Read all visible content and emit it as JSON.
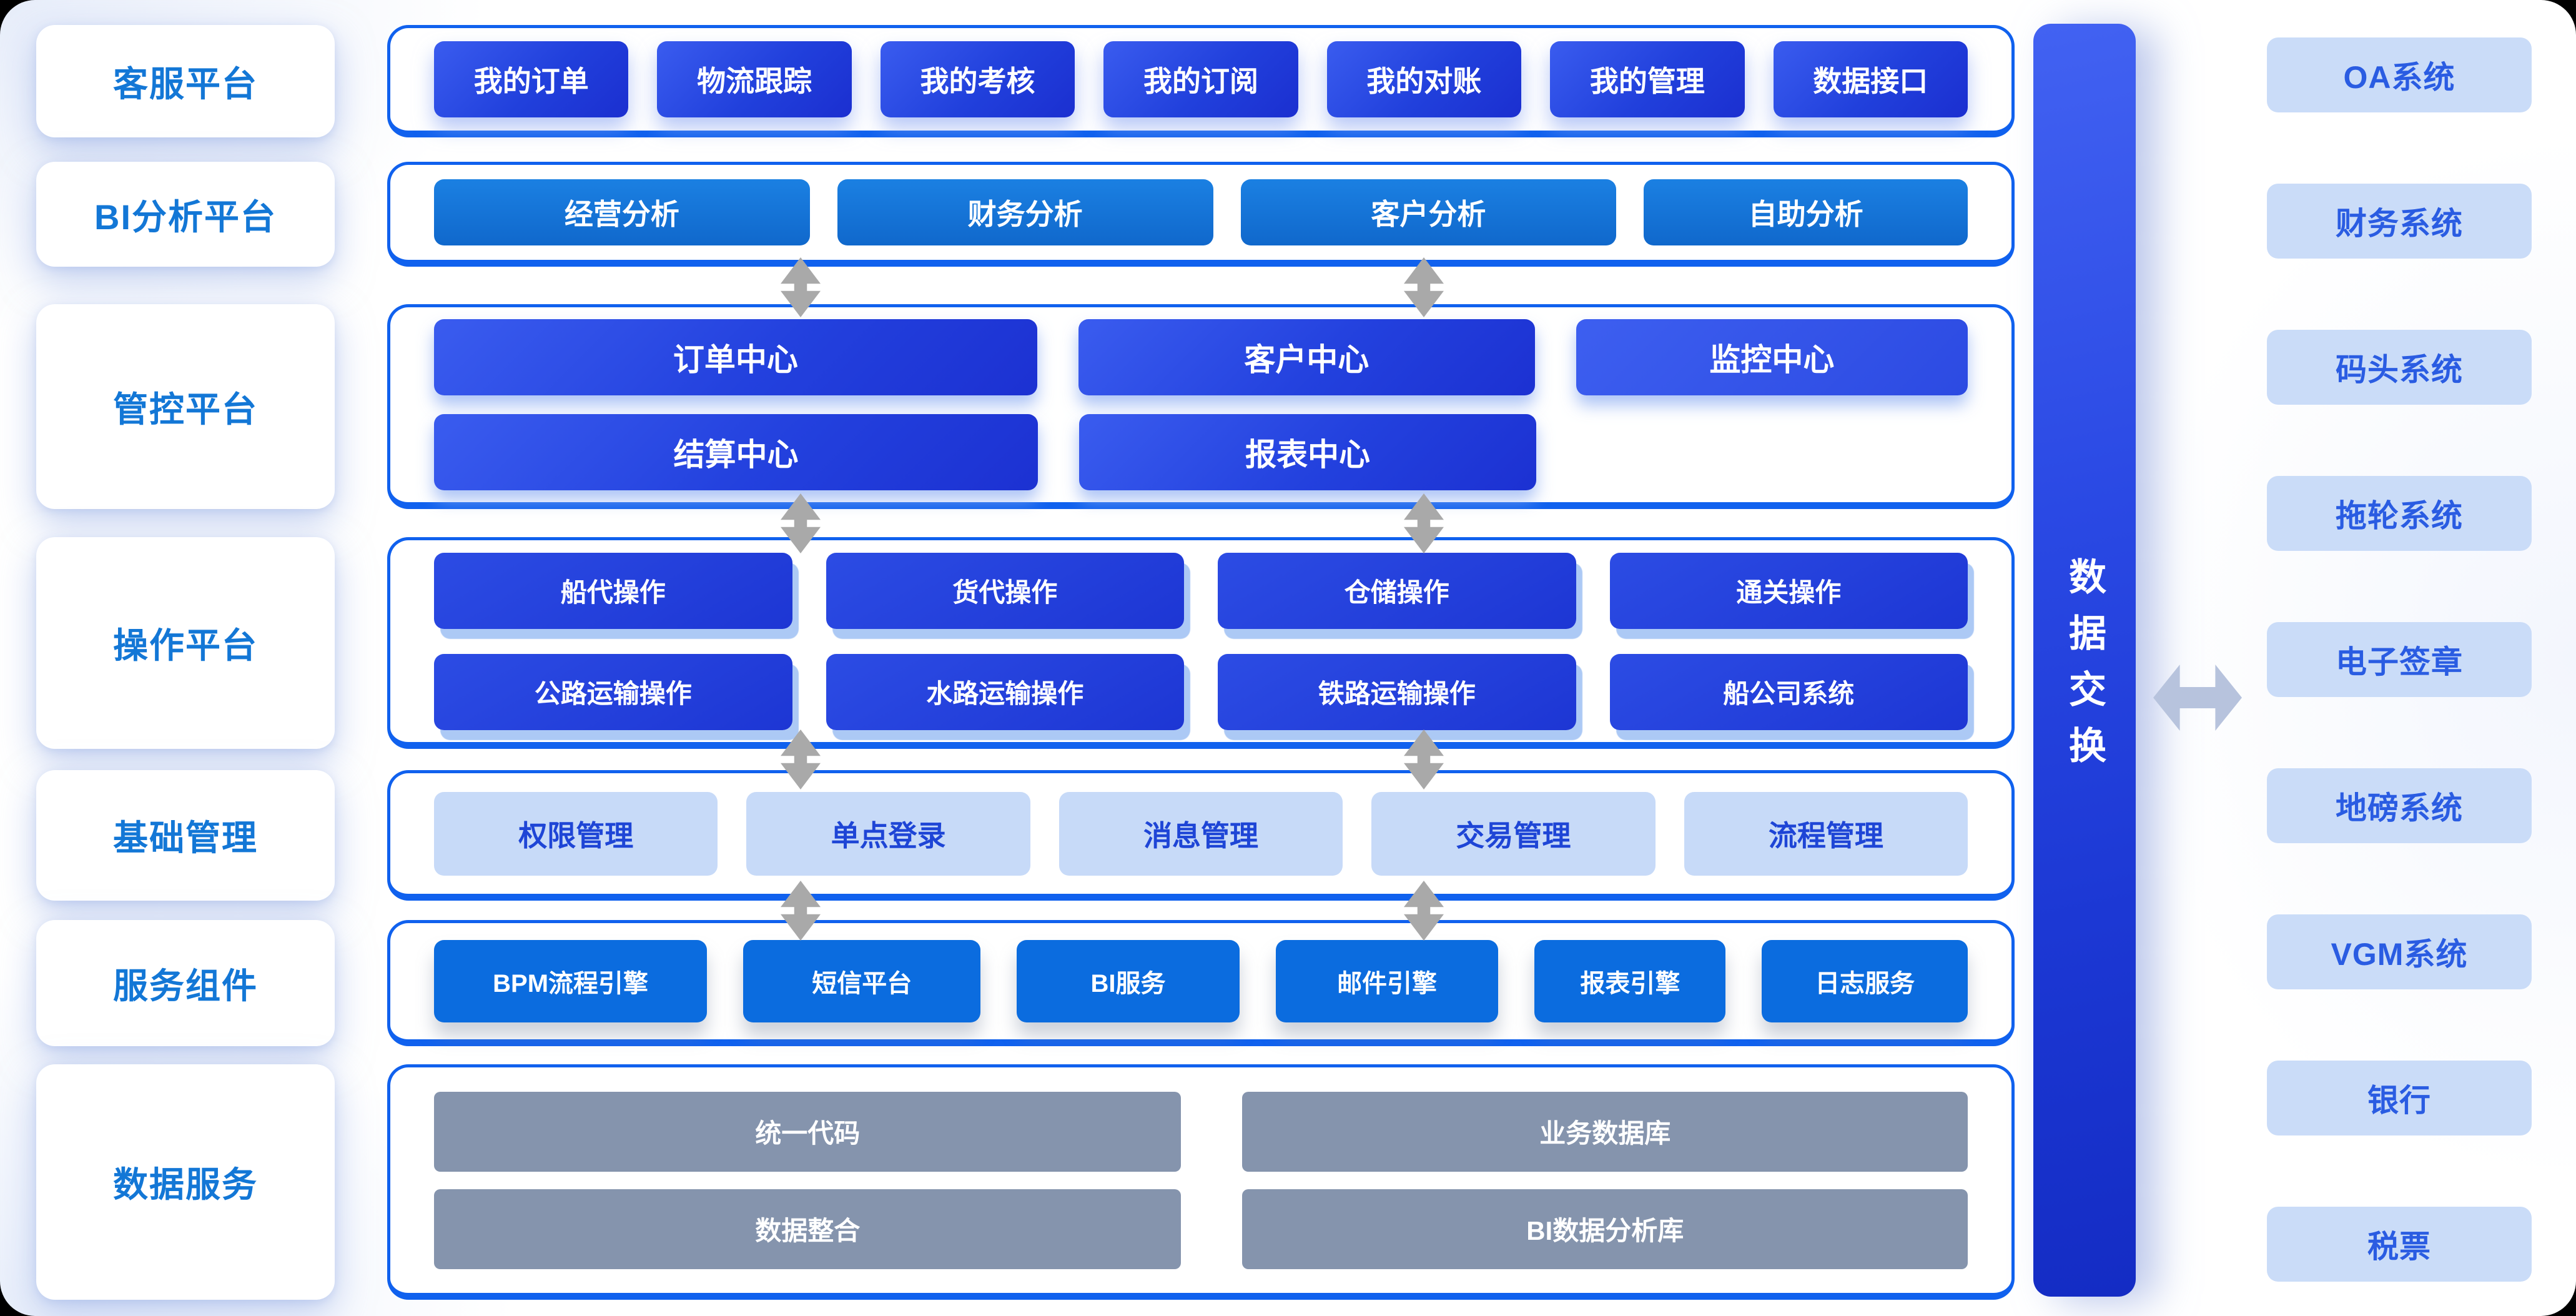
{
  "sidebar": {
    "items": [
      {
        "label": "客服平台"
      },
      {
        "label": "BI分析平台"
      },
      {
        "label": "管控平台"
      },
      {
        "label": "操作平台"
      },
      {
        "label": "基础管理"
      },
      {
        "label": "服务组件"
      },
      {
        "label": "数据服务"
      }
    ]
  },
  "panels": [
    {
      "name": "customer-service",
      "buttons": [
        {
          "label": "我的订单"
        },
        {
          "label": "物流跟踪"
        },
        {
          "label": "我的考核"
        },
        {
          "label": "我的订阅"
        },
        {
          "label": "我的对账"
        },
        {
          "label": "我的管理"
        },
        {
          "label": "数据接口"
        }
      ]
    },
    {
      "name": "bi-analysis",
      "buttons": [
        {
          "label": "经营分析"
        },
        {
          "label": "财务分析"
        },
        {
          "label": "客户分析"
        },
        {
          "label": "自助分析"
        }
      ]
    },
    {
      "name": "control",
      "buttons": [
        {
          "label": "订单中心"
        },
        {
          "label": "客户中心"
        },
        {
          "label": "监控中心"
        },
        {
          "label": "结算中心"
        },
        {
          "label": "报表中心"
        }
      ]
    },
    {
      "name": "operation",
      "buttons": [
        {
          "label": "船代操作"
        },
        {
          "label": "货代操作"
        },
        {
          "label": "仓储操作"
        },
        {
          "label": "通关操作"
        },
        {
          "label": "公路运输操作"
        },
        {
          "label": "水路运输操作"
        },
        {
          "label": "铁路运输操作"
        },
        {
          "label": "船公司系统"
        }
      ]
    },
    {
      "name": "basic-management",
      "buttons": [
        {
          "label": "权限管理"
        },
        {
          "label": "单点登录"
        },
        {
          "label": "消息管理"
        },
        {
          "label": "交易管理"
        },
        {
          "label": "流程管理"
        }
      ]
    },
    {
      "name": "service-components",
      "buttons": [
        {
          "label": "BPM流程引擎"
        },
        {
          "label": "短信平台"
        },
        {
          "label": "BI服务"
        },
        {
          "label": "邮件引擎"
        },
        {
          "label": "报表引擎"
        },
        {
          "label": "日志服务"
        }
      ]
    },
    {
      "name": "data-services",
      "buttons": [
        {
          "label": "统一代码"
        },
        {
          "label": "业务数据库"
        },
        {
          "label": "数据整合"
        },
        {
          "label": "BI数据分析库"
        }
      ]
    }
  ],
  "exchange_bar": {
    "label": "数据交换"
  },
  "external_systems": [
    {
      "label": "OA系统"
    },
    {
      "label": "财务系统"
    },
    {
      "label": "码头系统"
    },
    {
      "label": "拖轮系统"
    },
    {
      "label": "电子签章"
    },
    {
      "label": "地磅系统"
    },
    {
      "label": "VGM系统"
    },
    {
      "label": "银行"
    },
    {
      "label": "税票"
    }
  ],
  "colors": {
    "panel_border": "#1061ee",
    "royal_button": "#2140dc",
    "azure_button": "#1577d8",
    "service_button": "#0b6cdf",
    "light_button_bg": "#c7daf8",
    "light_button_text": "#1e45d6",
    "gray_button": "#8594ad",
    "external_bg": "#cadcf8",
    "external_text": "#2a5ce2",
    "sidebar_text": "#1377d6",
    "arrow_gray": "#a9a9a9",
    "arrow_blue_gray": "#b7c3dd"
  }
}
